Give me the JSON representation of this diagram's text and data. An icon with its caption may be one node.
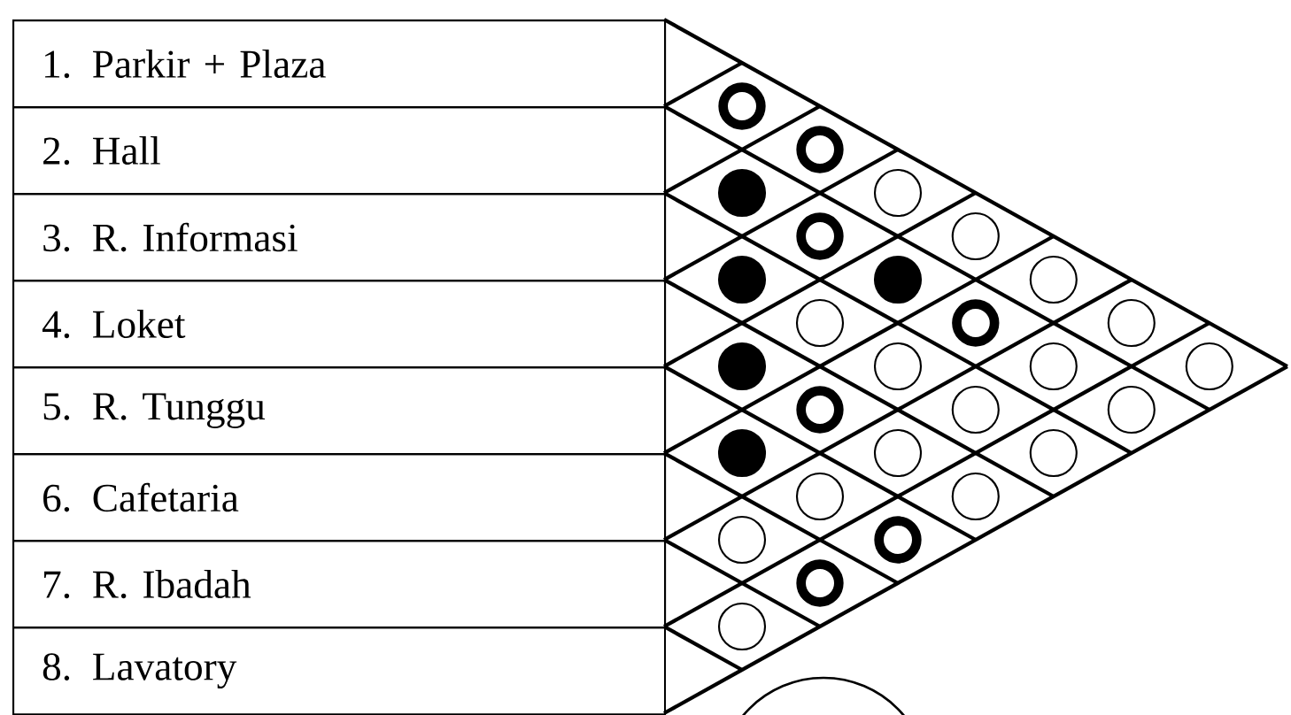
{
  "diagram": {
    "nodes": [
      {
        "text": [
          "1. Parkir + Plaza"
        ]
      },
      {
        "text": [
          "2. Hall"
        ]
      },
      {
        "text": [
          "3. R. Informasi"
        ]
      },
      {
        "text": [
          "4. Loket"
        ]
      },
      {
        "text": [
          "5. R. Tunggu"
        ]
      },
      {
        "text": [
          "6. Cafetaria"
        ]
      },
      {
        "text": [
          "7. R. Ibadah"
        ]
      },
      {
        "text": [
          "8. Lavatory"
        ]
      },
      {
        "text": [],
        "shape": "ring"
      },
      {
        "text": [],
        "shape": "ring"
      },
      {
        "text": [],
        "shape": "dot"
      },
      {
        "text": [],
        "shape": "circle"
      },
      {
        "text": [],
        "shape": "ring"
      },
      {
        "text": [],
        "shape": "circle"
      },
      {
        "text": [],
        "shape": "dot"
      },
      {
        "text": [],
        "shape": "dot"
      },
      {
        "text": [],
        "shape": "circle"
      },
      {
        "text": [],
        "shape": "circle"
      },
      {
        "text": [],
        "shape": "ring"
      },
      {
        "text": [],
        "shape": "circle"
      },
      {
        "text": [],
        "shape": "dot"
      },
      {
        "text": [],
        "shape": "circle"
      },
      {
        "text": [],
        "shape": "circle"
      },
      {
        "text": [],
        "shape": "circle"
      },
      {
        "text": [],
        "shape": "ring"
      },
      {
        "text": [],
        "shape": "circle"
      },
      {
        "text": [],
        "shape": "circle"
      },
      {
        "text": [],
        "shape": "dot"
      },
      {
        "text": [],
        "shape": "circle"
      },
      {
        "text": [],
        "shape": "circle"
      },
      {
        "text": [],
        "shape": "circle"
      },
      {
        "text": [],
        "shape": "circle"
      },
      {
        "text": [],
        "shape": "circle"
      },
      {
        "text": [],
        "shape": "ring"
      },
      {
        "text": [],
        "shape": "ring"
      },
      {
        "text": [],
        "shape": "circle"
      }
    ]
  }
}
